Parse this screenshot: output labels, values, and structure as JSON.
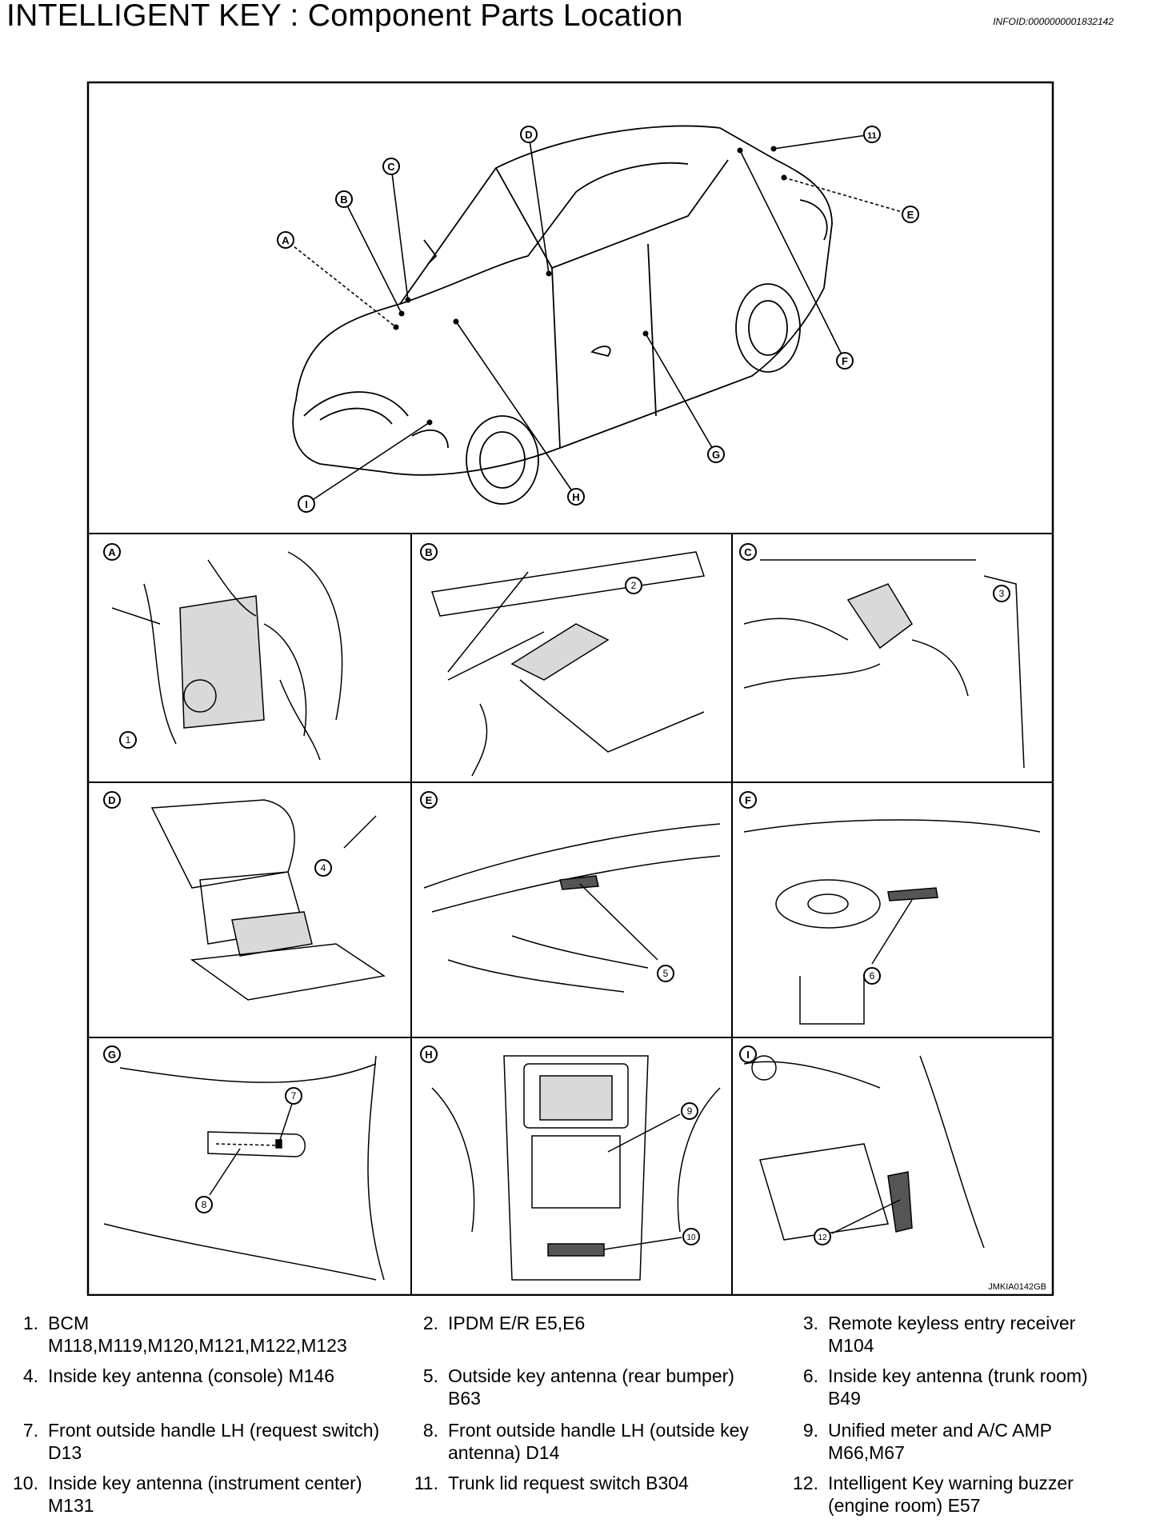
{
  "page": {
    "title": "INTELLIGENT KEY : Component Parts Location",
    "info_id": "INFOID:0000000001832142",
    "figure_code": "JMKIA0142GB"
  },
  "overview_callouts": [
    "A",
    "B",
    "C",
    "D",
    "E",
    "F",
    "G",
    "H",
    "I"
  ],
  "panels": [
    {
      "letter": "A",
      "item": "1"
    },
    {
      "letter": "B",
      "item": "2"
    },
    {
      "letter": "C",
      "item": "3"
    },
    {
      "letter": "D",
      "item": "4"
    },
    {
      "letter": "E",
      "item": "5"
    },
    {
      "letter": "F",
      "item": "6"
    },
    {
      "letter": "G",
      "items": [
        "7",
        "8"
      ]
    },
    {
      "letter": "H",
      "items": [
        "9",
        "10"
      ]
    },
    {
      "letter": "I",
      "item": "12"
    }
  ],
  "trunk_callout": "11",
  "legend": [
    {
      "num": "1.",
      "text": "BCM M118,M119,M120,M121,M122,M123"
    },
    {
      "num": "2.",
      "text": "IPDM E/R E5,E6"
    },
    {
      "num": "3.",
      "text": "Remote keyless entry receiver M104"
    },
    {
      "num": "4.",
      "text": "Inside key antenna (console) M146"
    },
    {
      "num": "5.",
      "text": "Outside key antenna (rear bumper) B63"
    },
    {
      "num": "6.",
      "text": "Inside key antenna (trunk room) B49"
    },
    {
      "num": "7.",
      "text": "Front outside handle LH (request switch) D13"
    },
    {
      "num": "8.",
      "text": "Front outside handle LH (outside key antenna) D14"
    },
    {
      "num": "9.",
      "text": "Unified meter and A/C AMP M66,M67"
    },
    {
      "num": "10.",
      "text": "Inside key antenna (instrument center) M131"
    },
    {
      "num": "11.",
      "text": "Trunk lid request switch B304"
    },
    {
      "num": "12.",
      "text": "Intelligent Key warning buzzer (engine room) E57"
    }
  ]
}
